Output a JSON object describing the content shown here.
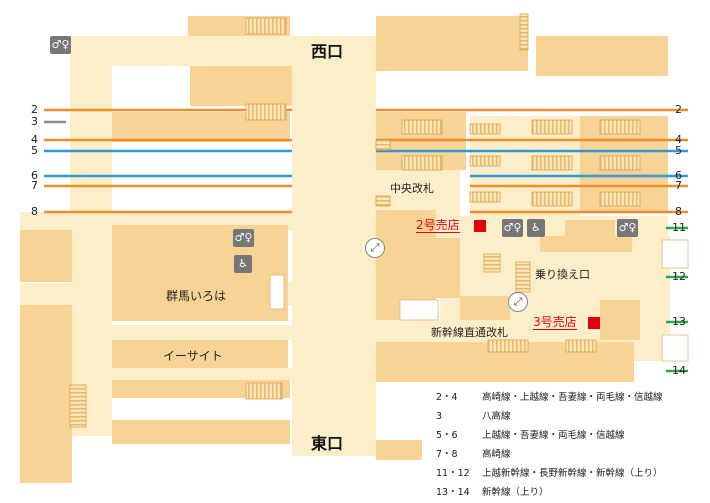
{
  "colors": {
    "floor": "#fdeeca",
    "block": "#f8d396",
    "stair": "#fbe5b9",
    "shop_red": "#e60012",
    "line_orange": "#f08c2a",
    "line_blue": "#2f9ad8",
    "line_gray": "#8a8a8a",
    "line_green": "#2aa84a",
    "icon_gray": "#777777"
  },
  "labels": {
    "west_exit": "西口",
    "east_exit": "東口",
    "central_gate": "中央改札",
    "transfer_gate": "乗り換え口",
    "shinkansen_gate": "新幹線直通改札",
    "gunma_iroha": "群馬いろは",
    "e_site": "イーサイト",
    "shop2": "2号売店",
    "shop3": "3号売店"
  },
  "tracks_left": [
    {
      "n": "2",
      "color": "orange"
    },
    {
      "n": "3",
      "color": "gray"
    },
    {
      "n": "4",
      "color": "orange"
    },
    {
      "n": "5",
      "color": "blue"
    },
    {
      "n": "6",
      "color": "blue"
    },
    {
      "n": "7",
      "color": "orange"
    },
    {
      "n": "8",
      "color": "orange"
    }
  ],
  "tracks_right": [
    "2",
    "4",
    "5",
    "6",
    "7",
    "8",
    "11",
    "12",
    "13",
    "14"
  ],
  "icons": {
    "toilet": "toilet-icon",
    "wheelchair": "wheelchair-icon",
    "escalator": "escalator-icon"
  },
  "legend": [
    {
      "key": "2・4",
      "value": "高崎線・上越線・吾妻線・両毛線・信越線"
    },
    {
      "key": "3",
      "value": "八高線"
    },
    {
      "key": "5・6",
      "value": "上越線・吾妻線・両毛線・信越線"
    },
    {
      "key": "7・8",
      "value": "高崎線"
    },
    {
      "key": "11・12",
      "value": "上越新幹線・長野新幹線・新幹線（上り）"
    },
    {
      "key": "13・14",
      "value": "新幹線（上り）"
    }
  ]
}
